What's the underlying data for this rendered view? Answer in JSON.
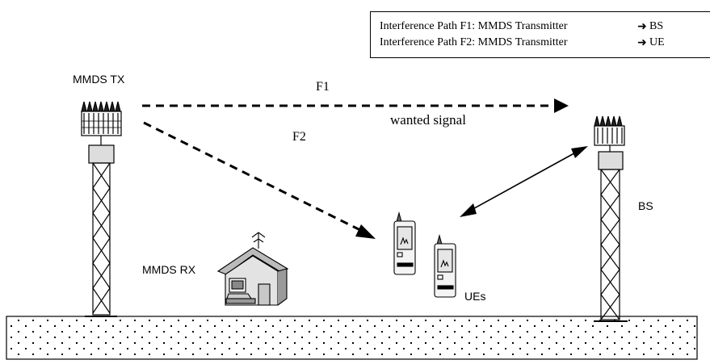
{
  "legend": {
    "row1_prefix": "Interference Path F1: MMDS Transmitter",
    "row1_dest": "BS",
    "row2_prefix": "Interference Path F2: MMDS Transmitter",
    "row2_dest": "UE"
  },
  "labels": {
    "mmds_tx": "MMDS TX",
    "mmds_rx": "MMDS RX",
    "bs": "BS",
    "ues": "UEs",
    "f1": "F1",
    "f2": "F2",
    "wanted_signal": "wanted signal"
  }
}
